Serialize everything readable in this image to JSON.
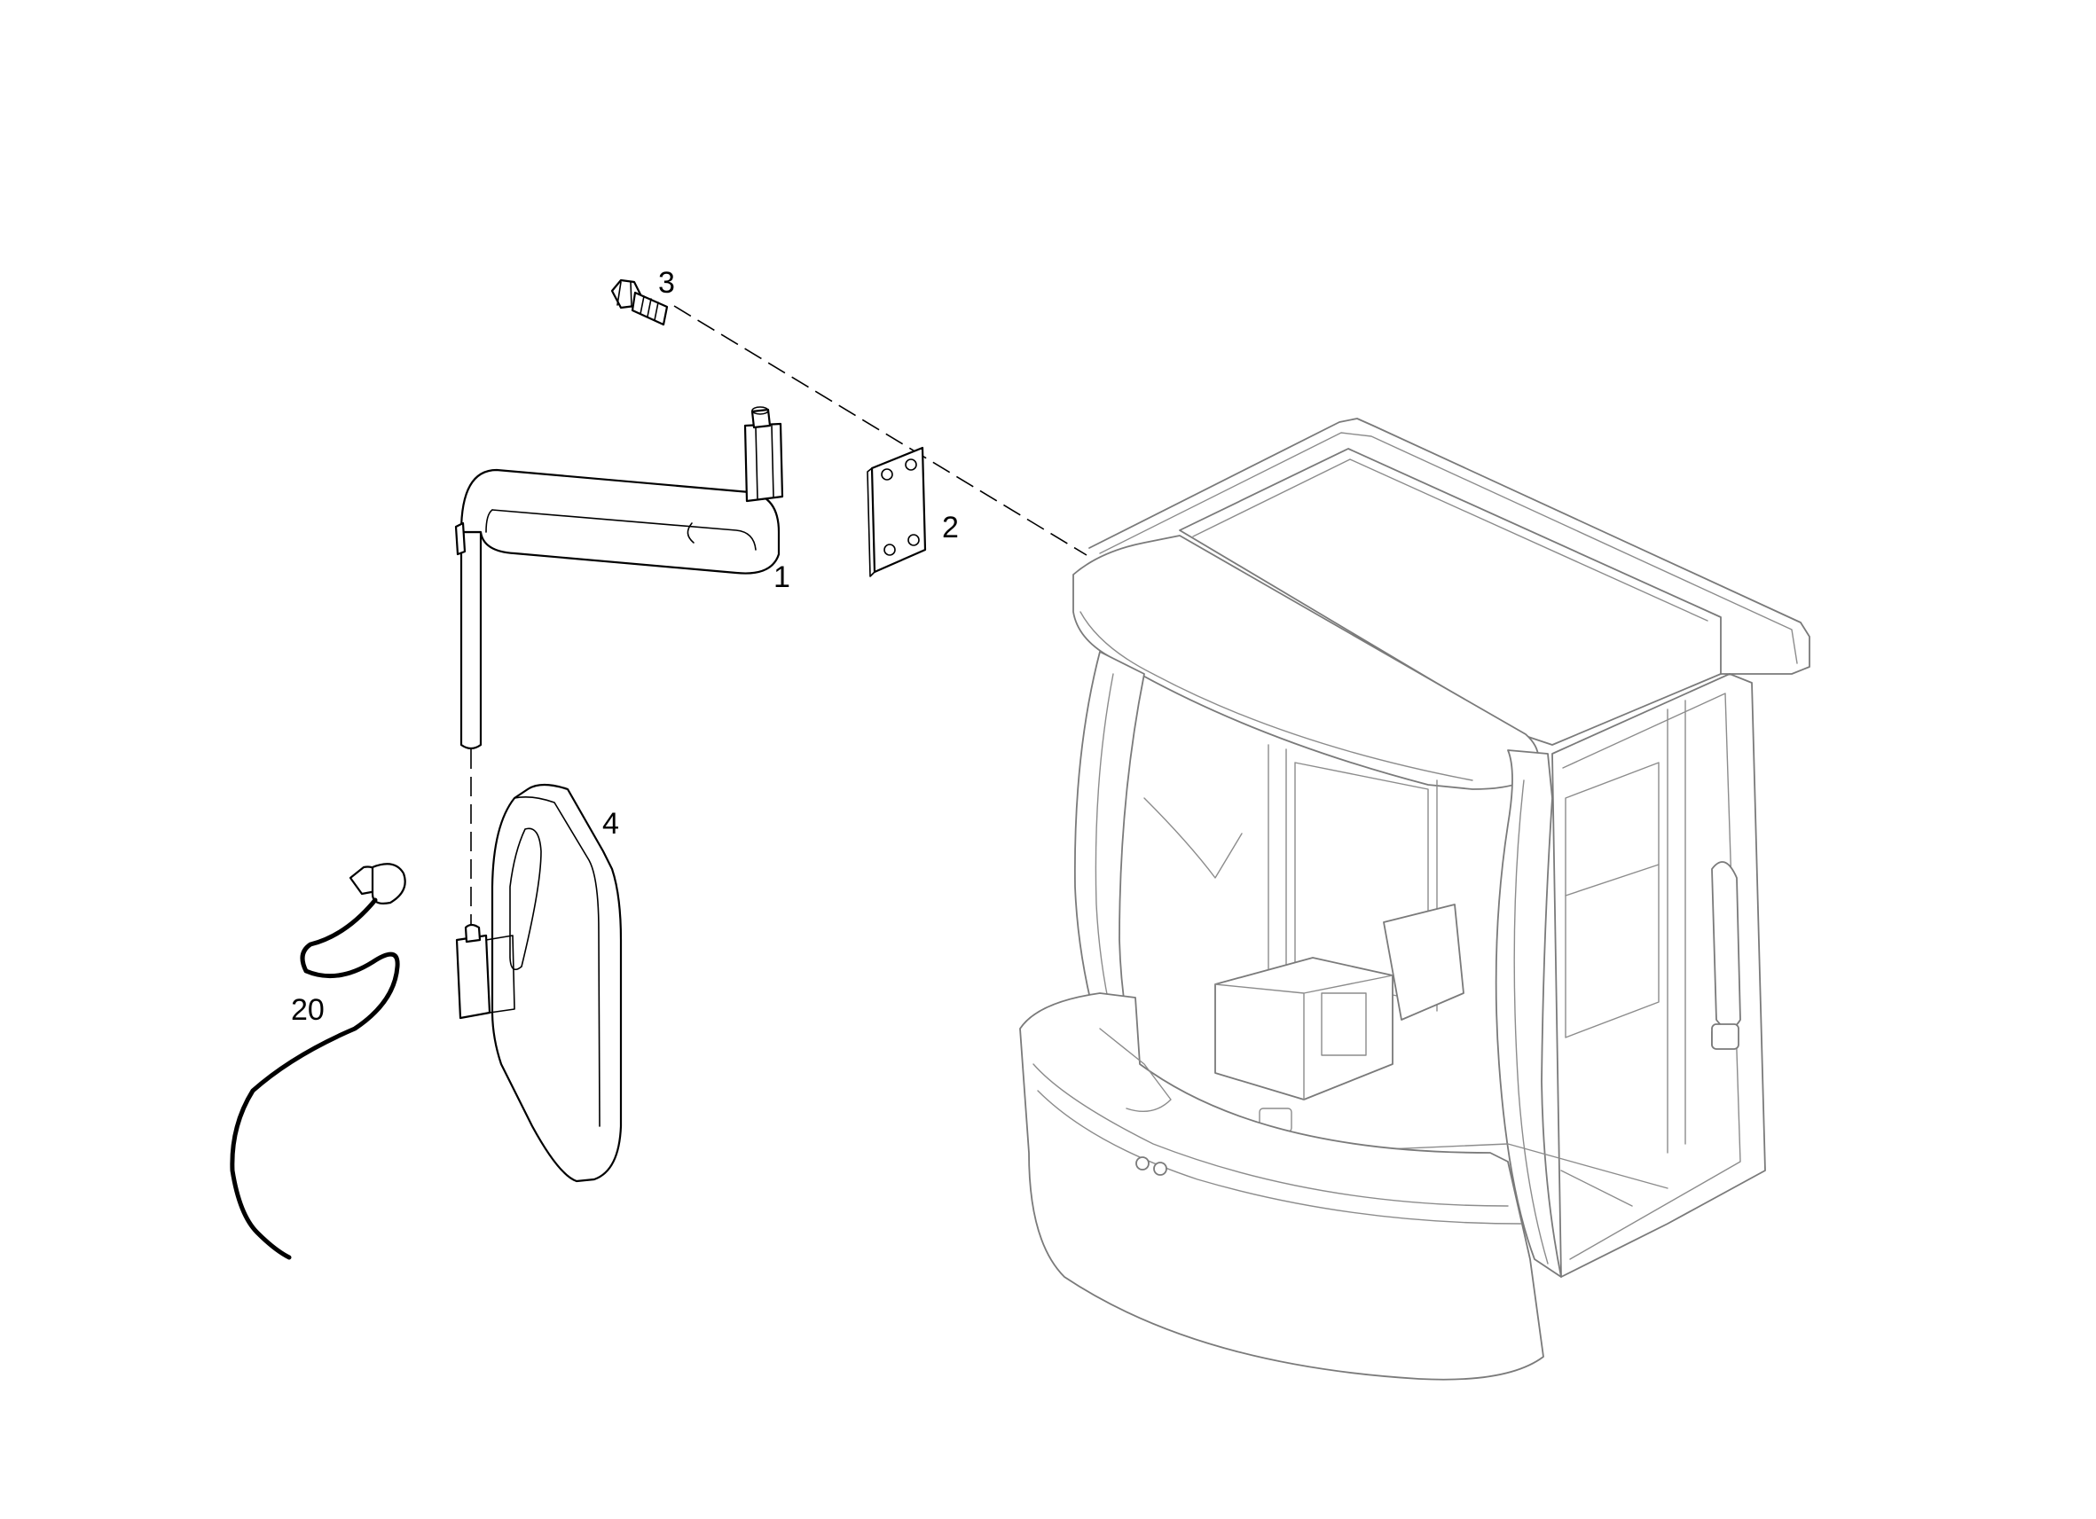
{
  "diagram": {
    "callouts": {
      "arm": "1",
      "bracket_plate": "2",
      "bolt": "3",
      "mirror": "4",
      "cable": "20"
    }
  }
}
